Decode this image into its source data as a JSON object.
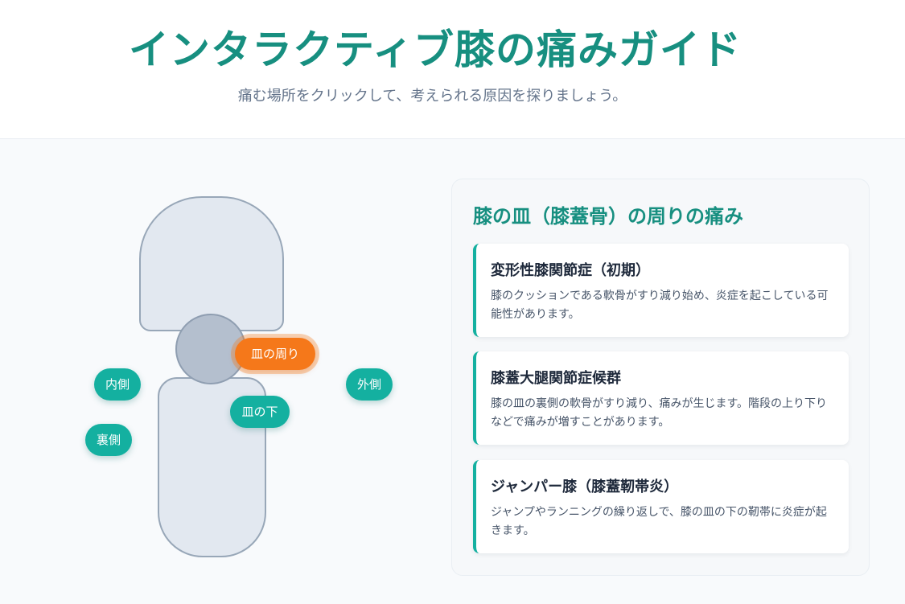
{
  "header": {
    "title": "インタラクティブ膝の痛みガイド",
    "subtitle": "痛む場所をクリックして、考えられる原因を探りましょう。"
  },
  "hotspots": {
    "around_patella": "皿の周り",
    "inner": "内側",
    "outer": "外側",
    "below_patella": "皿の下",
    "back": "裏側"
  },
  "colors": {
    "accent": "#178f80",
    "hotspot": "#14b0a0",
    "hotspot_active": "#f5781a"
  },
  "panel": {
    "title": "膝の皿（膝蓋骨）の周りの痛み",
    "conditions": [
      {
        "name": "変形性膝関節症（初期）",
        "description": "膝のクッションである軟骨がすり減り始め、炎症を起こしている可能性があります。"
      },
      {
        "name": "膝蓋大腿関節症候群",
        "description": "膝の皿の裏側の軟骨がすり減り、痛みが生じます。階段の上り下りなどで痛みが増すことがあります。"
      },
      {
        "name": "ジャンパー膝（膝蓋靭帯炎）",
        "description": "ジャンプやランニングの繰り返しで、膝の皿の下の靭帯に炎症が起きます。"
      }
    ]
  }
}
